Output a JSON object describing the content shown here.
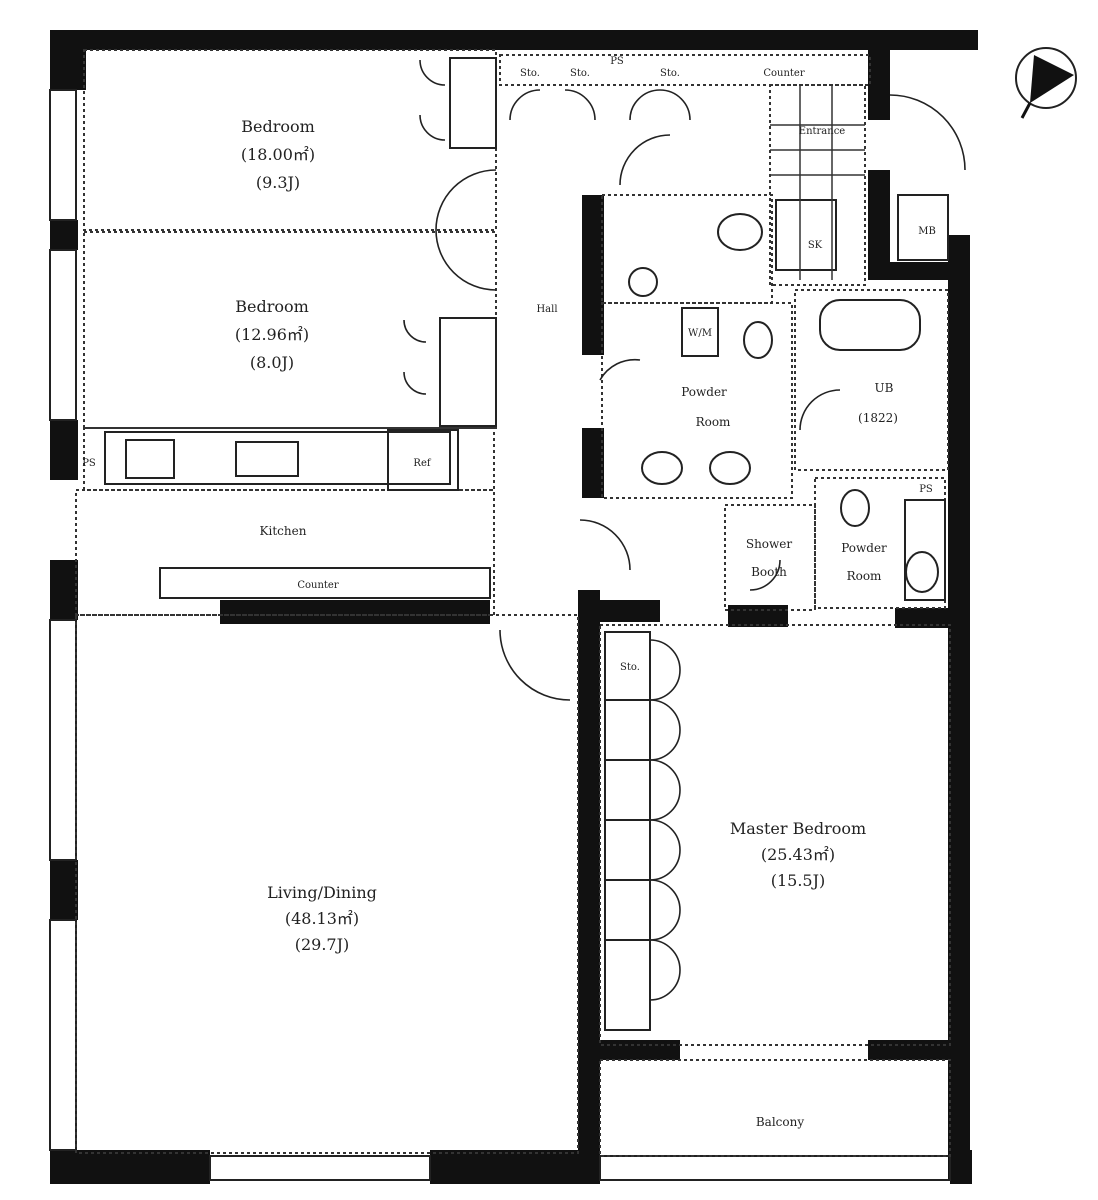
{
  "plan": {
    "rooms": {
      "bedroom1": {
        "name": "Bedroom",
        "area": "(18.00㎡)",
        "tatami": "(9.3J)"
      },
      "bedroom2": {
        "name": "Bedroom",
        "area": "(12.96㎡)",
        "tatami": "(8.0J)"
      },
      "kitchen": {
        "name": "Kitchen"
      },
      "counter_kitchen": "Counter",
      "living": {
        "name": "Living/Dining",
        "area": "(48.13㎡)",
        "tatami": "(29.7J)"
      },
      "master": {
        "name": "Master Bedroom",
        "area": "(25.43㎡)",
        "tatami": "(15.5J)"
      },
      "hall": "Hall",
      "entrance": "Entrance",
      "counter_top": "Counter",
      "powder1": {
        "line1": "Powder",
        "line2": "Room"
      },
      "powder2": {
        "line1": "Powder",
        "line2": "Room"
      },
      "shower": {
        "line1": "Shower",
        "line2": "Booth"
      },
      "ub": {
        "line1": "UB",
        "line2": "(1822)"
      },
      "balcony": "Balcony",
      "mb": "MB",
      "sk": "SK",
      "wm": "W/M",
      "ps": "PS",
      "ref": "Ref",
      "sto": "Sto."
    }
  }
}
